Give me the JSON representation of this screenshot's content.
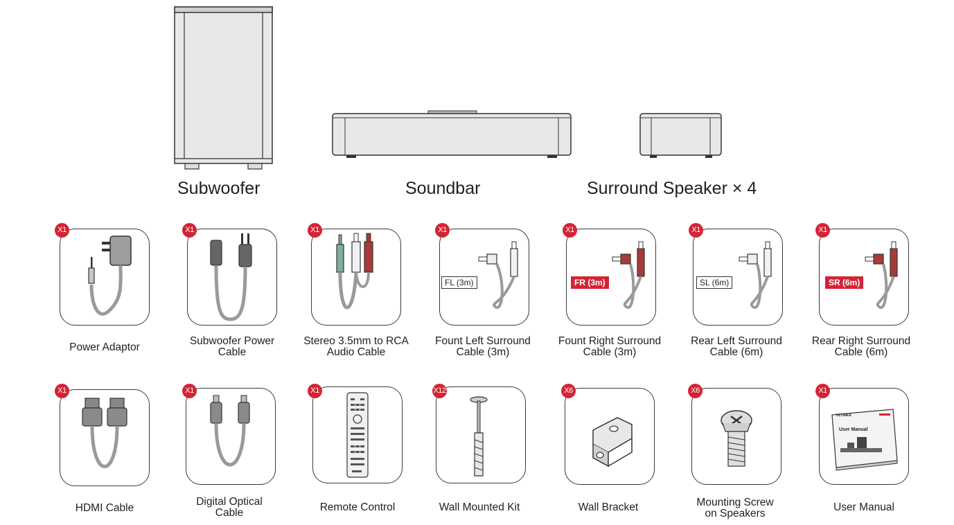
{
  "main_items": [
    {
      "label": "Subwoofer"
    },
    {
      "label": "Soundbar"
    },
    {
      "label": "Surround Speaker × 4"
    }
  ],
  "row1": [
    {
      "qty": "X1",
      "lines": [
        "Power Adaptor"
      ],
      "icon": "power-adaptor-icon"
    },
    {
      "qty": "X1",
      "lines": [
        "Subwoofer Power",
        "Cable"
      ],
      "icon": "power-cable-icon"
    },
    {
      "qty": "X1",
      "lines": [
        "Stereo 3.5mm to RCA",
        "Audio Cable"
      ],
      "icon": "rca-cable-icon"
    },
    {
      "qty": "X1",
      "lines": [
        "Fount Left Surround",
        "Cable (3m)"
      ],
      "tag": "FL (3m)",
      "icon": "surround-cable-icon"
    },
    {
      "qty": "X1",
      "lines": [
        "Fount Right Surround",
        "Cable (3m)"
      ],
      "tag": "FR (3m)",
      "icon": "surround-cable-icon"
    },
    {
      "qty": "X1",
      "lines": [
        "Rear Left Surround",
        "Cable (6m)"
      ],
      "tag": "SL (6m)",
      "icon": "surround-cable-icon"
    },
    {
      "qty": "X1",
      "lines": [
        "Rear Right Surround",
        "Cable (6m)"
      ],
      "tag": "SR (6m)",
      "icon": "surround-cable-icon"
    }
  ],
  "row2": [
    {
      "qty": "X1",
      "lines": [
        "HDMI Cable"
      ],
      "icon": "hdmi-cable-icon"
    },
    {
      "qty": "X1",
      "lines": [
        "Digital Optical",
        "Cable"
      ],
      "icon": "optical-cable-icon"
    },
    {
      "qty": "X1",
      "lines": [
        "Remote Control"
      ],
      "icon": "remote-control-icon"
    },
    {
      "qty": "X12",
      "lines": [
        "Wall Mounted Kit"
      ],
      "icon": "wall-anchor-icon"
    },
    {
      "qty": "X6",
      "lines": [
        "Wall Bracket"
      ],
      "icon": "wall-bracket-icon"
    },
    {
      "qty": "X6",
      "lines": [
        "Mounting Screw",
        "on Speakers"
      ],
      "icon": "screw-icon"
    },
    {
      "qty": "X1",
      "lines": [
        "User Manual"
      ],
      "icon": "user-manual-icon"
    }
  ],
  "manual": {
    "brand": "ULTIMEA",
    "title": "User Manual"
  },
  "colors": {
    "accent": "#d42434",
    "outline": "#3a3a3a",
    "cable": "#9a9a9a"
  }
}
